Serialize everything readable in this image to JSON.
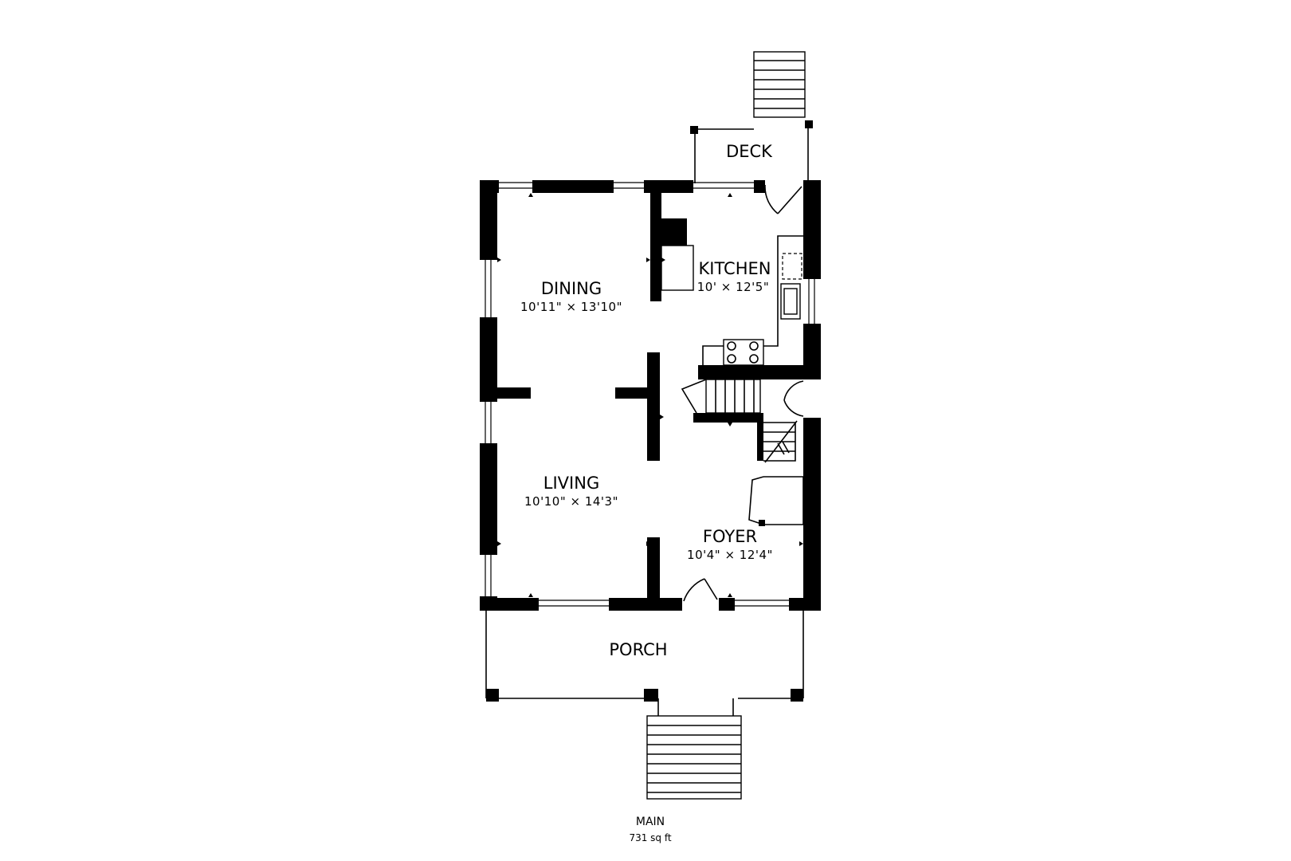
{
  "floor": {
    "name": "MAIN",
    "area": "731 sq ft"
  },
  "rooms": {
    "deck": {
      "name": "DECK"
    },
    "kitchen": {
      "name": "KITCHEN",
      "dims": "10' × 12'5\""
    },
    "dining": {
      "name": "DINING",
      "dims": "10'11\" × 13'10\""
    },
    "living": {
      "name": "LIVING",
      "dims": "10'10\" × 14'3\""
    },
    "foyer": {
      "name": "FOYER",
      "dims": "10'4\" × 12'4\""
    },
    "porch": {
      "name": "PORCH"
    }
  },
  "colors": {
    "wall": "#000000",
    "background": "#ffffff"
  }
}
